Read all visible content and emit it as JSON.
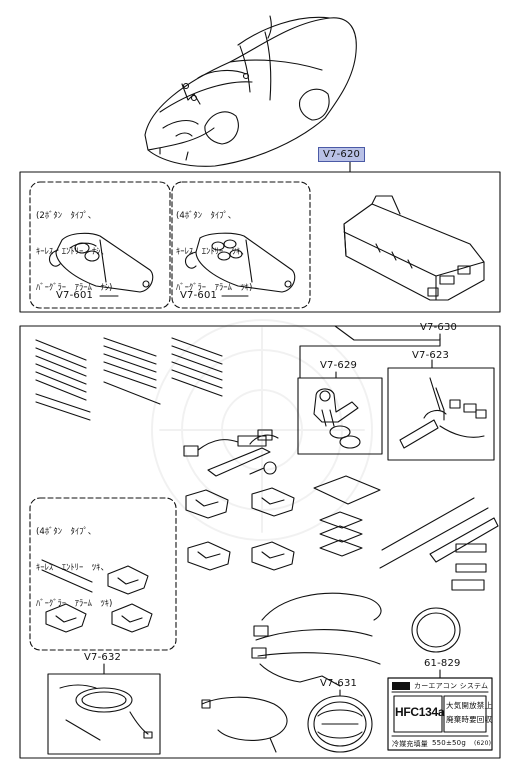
{
  "labels": {
    "top_kit": "V7-620",
    "remote_left": "V7-601",
    "remote_right": "V7-601",
    "sub_kit": "V7-630",
    "part_629": "V7-629",
    "part_623": "V7-623",
    "part_632": "V7-632",
    "part_631": "V7-631",
    "part_61829": "61-829"
  },
  "notes": {
    "remote_2btn": [
      "(2ﾎﾞﾀﾝ　ﾀｲﾌﾟ、",
      "ｷｰﾚｽ　ｴﾝﾄﾘｰ　ﾅｼ、",
      "ﾊﾞｰｸﾞﾗｰ　ｱﾗｰﾑ　ﾅｼ)"
    ],
    "remote_4btn": [
      "(4ﾎﾞﾀﾝ　ﾀｲﾌﾟ、",
      "ｷｰﾚｽ　ｴﾝﾄﾘｰ　ﾂｷ、",
      "ﾊﾞｰｸﾞﾗｰ　ｱﾗｰﾑ　ﾂｷ)"
    ],
    "lower_4btn": [
      "(4ﾎﾞﾀﾝ　ﾀｲﾌﾟ、",
      "ｷｰﾚｽ　ｴﾝﾄﾘｰ　ﾂｷ、",
      "ﾊﾞｰｸﾞﾗｰ　ｱﾗｰﾑ　ﾂｷ)"
    ]
  },
  "refrigerant_label": {
    "header": "カーエアコン システム",
    "code": "HFC134a",
    "note_line1": "大気開放禁止",
    "note_line2": "廃棄時要回収",
    "fill_label": "冷媒充填量",
    "fill_value": "550±50g",
    "code_small": "(620)"
  }
}
